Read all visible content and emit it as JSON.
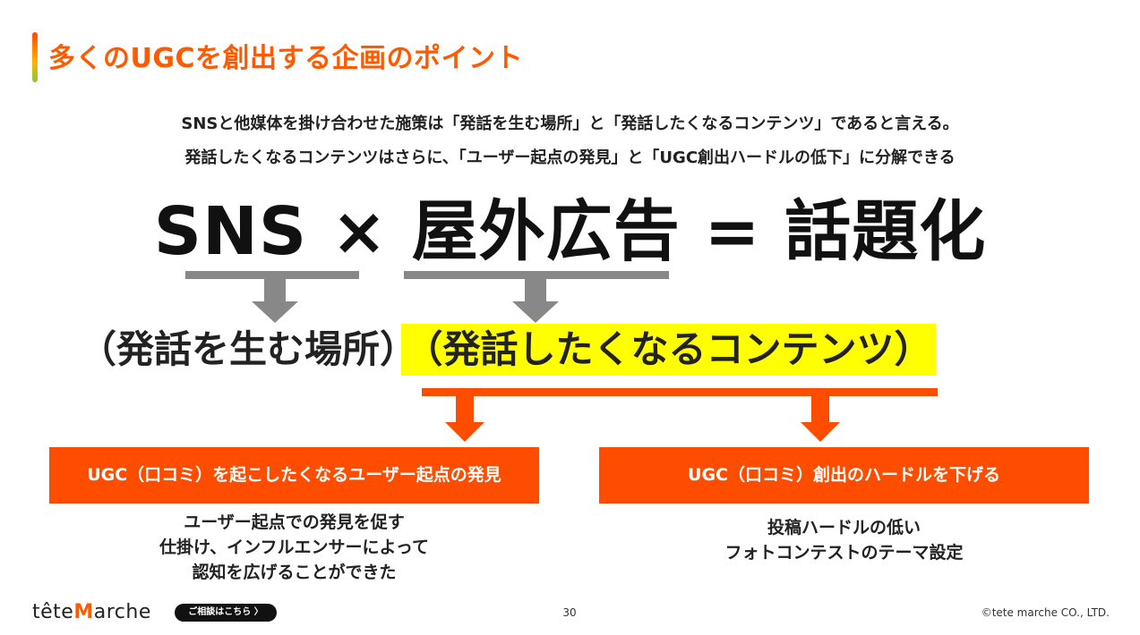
{
  "slide": {
    "title": "多くのUGCを創出する企画のポイント",
    "intro_line1": "SNSと他媒体を掛け合わせた施策は「発話を生む場所」と「発話したくなるコンテンツ」であると言える。",
    "intro_line2": "発話したくなるコンテンツはさらに、「ユーザー起点の発見」と「UGC創出ハードルの低下」に分解できる",
    "equation": "SNS × 屋外広告 = 話題化",
    "label_left": "（発話を生む場所）",
    "label_right": "（発話したくなるコンテンツ）",
    "box_left": "UGC（口コミ）を起こしたくなるユーザー起点の発見",
    "box_right": "UGC（口コミ）創出のハードルを下げる",
    "desc_left": [
      "ユーザー起点での発見を促す",
      "仕掛け、インフルエンサーによって",
      "認知を広げることができた"
    ],
    "desc_right": [
      "投稿ハードルの低い",
      "フォトコンテストのテーマ設定"
    ]
  },
  "footer": {
    "logo_pre": "tête",
    "logo_m": "M",
    "logo_post": "arche",
    "consult_button": "ご相談はこちら 〉",
    "page_number": "30",
    "copyright": "©tete marche CO., LTD."
  },
  "colors": {
    "accent": "#ff5a00",
    "box": "#ff4d00",
    "highlight": "#ffff00",
    "arrow_gray": "#888888"
  }
}
